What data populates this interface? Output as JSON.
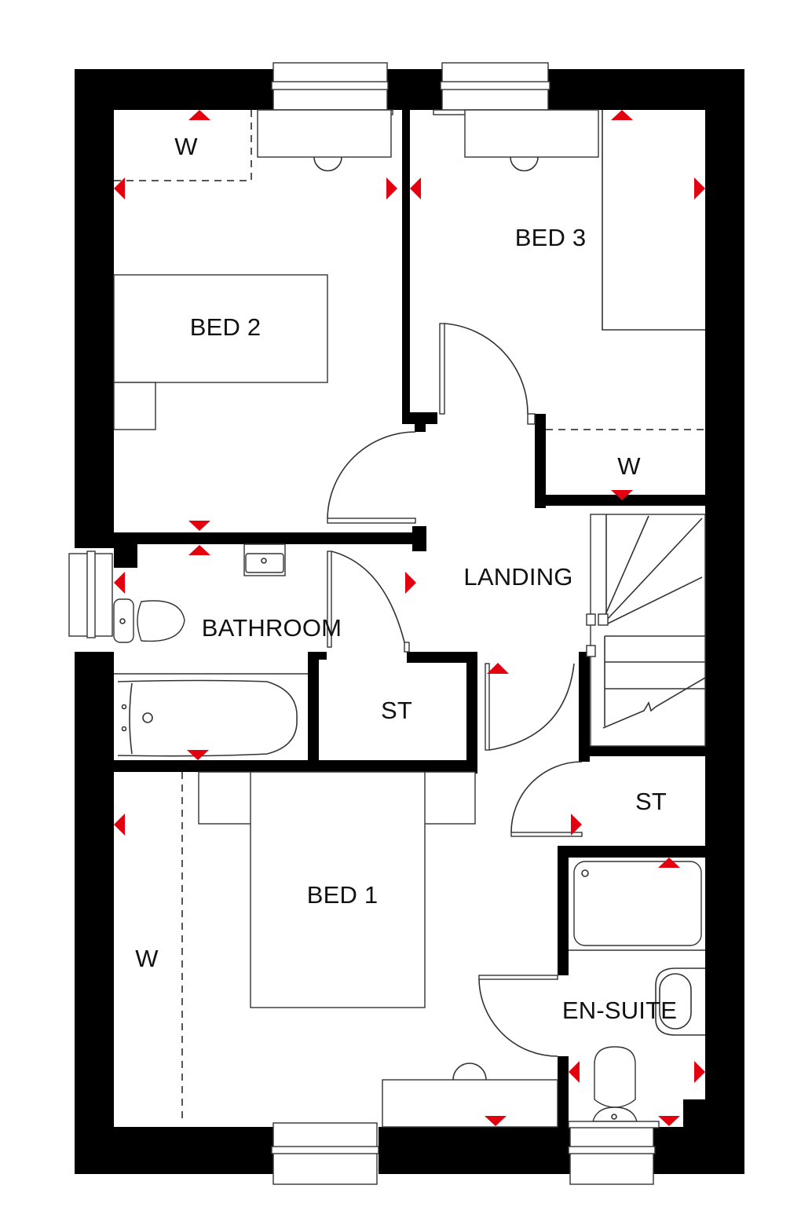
{
  "plan": {
    "colors": {
      "wall": "#000000",
      "fixture_line": "#333333",
      "marker": "#e3000f",
      "background": "#ffffff"
    },
    "rooms": {
      "bed2": {
        "label": "BED 2"
      },
      "bed2_wardrobe": {
        "label": "W"
      },
      "bed3": {
        "label": "BED 3"
      },
      "bed3_wardrobe": {
        "label": "W"
      },
      "landing": {
        "label": "LANDING"
      },
      "bathroom": {
        "label": "BATHROOM"
      },
      "store_center": {
        "label": "ST"
      },
      "store_right": {
        "label": "ST"
      },
      "bed1": {
        "label": "BED 1"
      },
      "bed1_wardrobe": {
        "label": "W"
      },
      "ensuite": {
        "label": "EN-SUITE"
      }
    },
    "icons": [
      "window-icon",
      "door-swing-icon",
      "bed-icon",
      "desk-icon",
      "toilet-icon",
      "basin-icon",
      "bathtub-icon",
      "shower-tray-icon",
      "staircase-icon",
      "dimension-marker-icon"
    ]
  }
}
